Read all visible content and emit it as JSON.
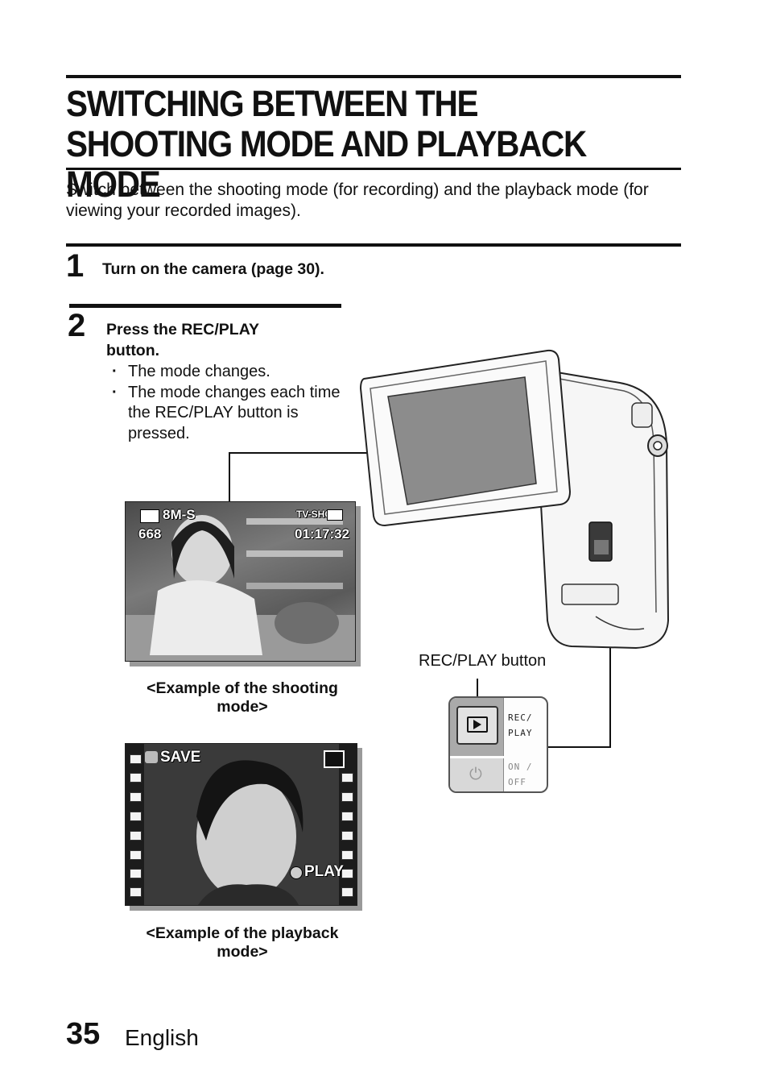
{
  "title": "SWITCHING BETWEEN THE SHOOTING MODE AND PLAYBACK MODE",
  "intro": "Switch between the shooting mode (for recording) and the playback mode (for viewing your recorded images).",
  "steps": [
    {
      "number": "1",
      "text": "Turn on the camera (page 30)."
    },
    {
      "number": "2",
      "text": "Press the REC/PLAY button.",
      "bullets": [
        "The mode changes.",
        "The mode changes each time the REC/PLAY button is pressed."
      ]
    }
  ],
  "shooting_example": {
    "caption": "<Example of the shooting mode>",
    "osd": {
      "resolution": "8M-S",
      "shots_remaining": "668",
      "video_mode": "TV-SHQ",
      "time_remaining": "01:17:32"
    }
  },
  "playback_example": {
    "caption": "<Example of the playback mode>",
    "osd": {
      "save": "SAVE",
      "play": "PLAY"
    }
  },
  "camera": {
    "rec_play_callout": "REC/PLAY button",
    "rec_play_label": "REC/ PLAY",
    "power_label": "ON / OFF"
  },
  "footer": {
    "page_number": "35",
    "language": "English"
  }
}
